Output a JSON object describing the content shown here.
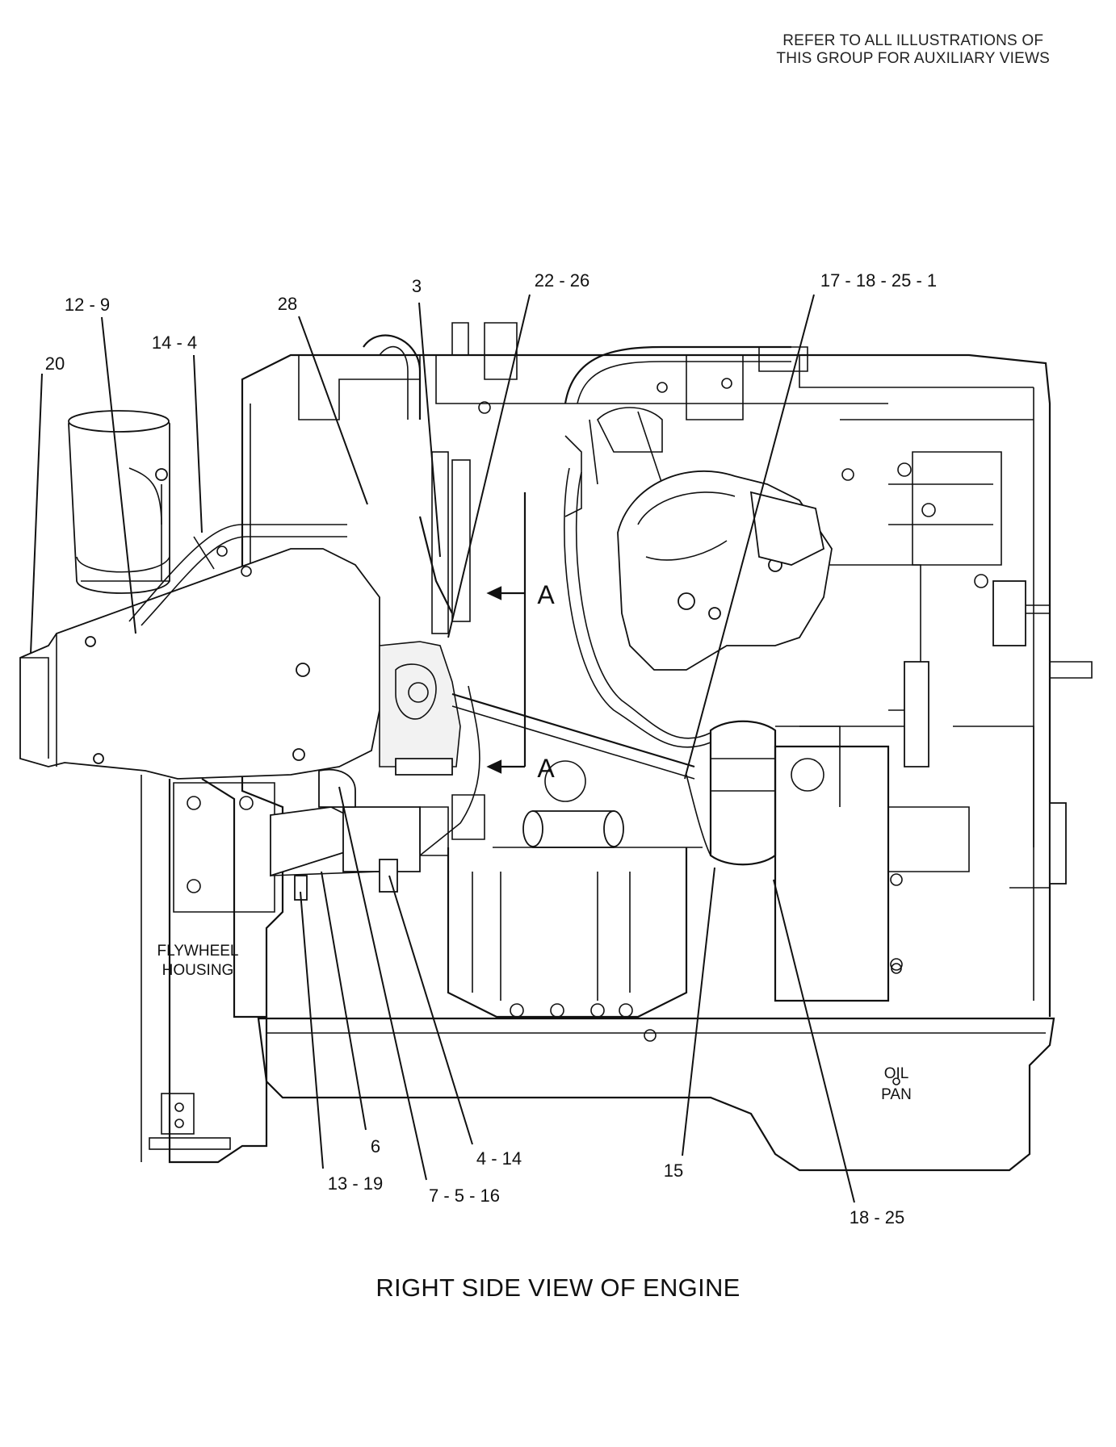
{
  "note": {
    "line1": "REFER TO ALL ILLUSTRATIONS OF",
    "line2": "THIS GROUP FOR AUXILIARY VIEWS"
  },
  "caption": "RIGHT SIDE VIEW OF ENGINE",
  "regions": {
    "flywheel_line1": "FLYWHEEL",
    "flywheel_line2": "HOUSING",
    "oilpan_line1": "OIL",
    "oilpan_line2": "PAN"
  },
  "section_marker": "A",
  "callouts": [
    {
      "id": "c-20",
      "label": "20"
    },
    {
      "id": "c-12-9",
      "label": "12 - 9"
    },
    {
      "id": "c-14-4",
      "label": "14 - 4"
    },
    {
      "id": "c-28",
      "label": "28"
    },
    {
      "id": "c-3",
      "label": "3"
    },
    {
      "id": "c-22-26",
      "label": "22 - 26"
    },
    {
      "id": "c-17-18-25-1",
      "label": "17 - 18 - 25 - 1"
    },
    {
      "id": "c-6",
      "label": "6"
    },
    {
      "id": "c-13-19",
      "label": "13 - 19"
    },
    {
      "id": "c-7-5-16",
      "label": "7 - 5 - 16"
    },
    {
      "id": "c-4-14",
      "label": "4 - 14"
    },
    {
      "id": "c-15",
      "label": "15"
    },
    {
      "id": "c-18-25",
      "label": "18 - 25"
    }
  ]
}
